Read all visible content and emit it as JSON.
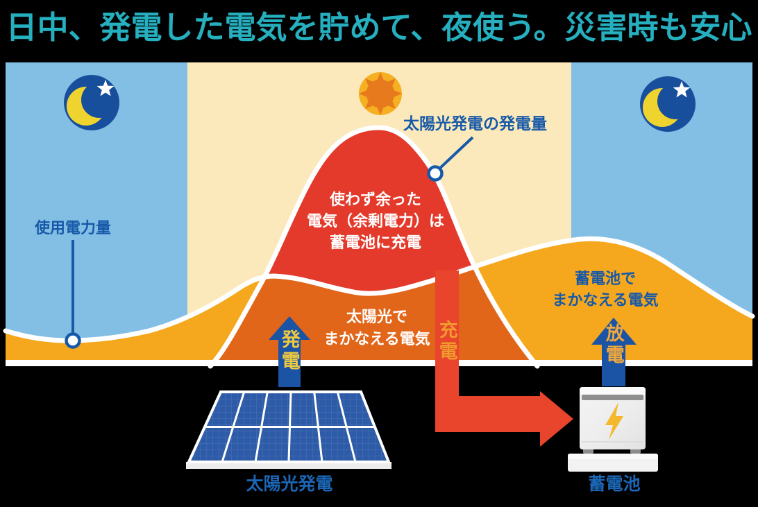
{
  "title": "日中、発電した電気を貯めて、夜使う。災害時も安心",
  "diagram": {
    "usage_label": "使用電力量",
    "generation_label": "太陽光発電の発電量",
    "surplus_label_lines": [
      "使わず余った",
      "電気（余剰電力）は",
      "蓄電池に充電"
    ],
    "solar_covered_lines": [
      "太陽光で",
      "まかなえる電気"
    ],
    "battery_covered_lines": [
      "蓄電池で",
      "まかなえる電気"
    ],
    "arrow_generate": "発電",
    "arrow_charge": "充電",
    "arrow_discharge": "放電"
  },
  "footer": {
    "solar_panel_label": "太陽光発電",
    "battery_label": "蓄電池"
  },
  "icons": {
    "sun": "sun-icon",
    "moon_left": "moon-icon",
    "moon_right": "moon-icon",
    "star": "star-icon",
    "solar_panel": "solar-panel-icon",
    "battery": "battery-icon",
    "lightning": "lightning-bolt-icon"
  },
  "colors": {
    "title_teal": "#25AFBF",
    "night_blue": "#83BFE5",
    "day_cream": "#FBE9BB",
    "usage_orange": "#F5A81E",
    "solar_surplus_red": "#E43A2C",
    "solar_used_orange": "#E2661A",
    "charge_band_red": "#E8452C",
    "arrow_blue": "#1B53A5",
    "label_blue": "#1759A8",
    "generate_text_yellow": "#EFC93E",
    "charge_text_orange": "#F0992C",
    "panel_blue": "#2E5BA7",
    "bolt_yellow": "#F5B82D"
  }
}
